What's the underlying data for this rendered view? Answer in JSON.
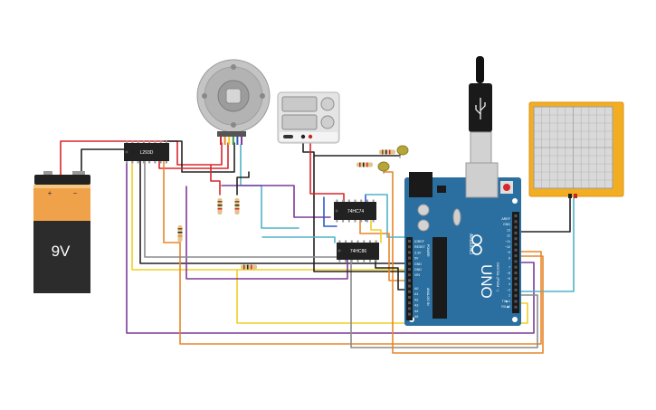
{
  "battery": {
    "voltage_label": "9V",
    "plus": "+",
    "minus": "−"
  },
  "chips": {
    "driver": "L293D",
    "flipflop": "74HC74",
    "xor_gate": "74HC86"
  },
  "arduino": {
    "brand": "ARDUINO",
    "model": "UNO",
    "digital_label": "DIGITAL (PWM ~)",
    "power_label": "POWER",
    "analog_label": "ANALOG IN",
    "power_pins": [
      "IOREF",
      "RESET",
      "3.3V",
      "5V",
      "GND",
      "GND",
      "VIN"
    ],
    "analog_pins": [
      "A0",
      "A1",
      "A2",
      "A3",
      "A4",
      "A5"
    ],
    "digital_pins": [
      "AREF",
      "GND",
      "13",
      "12",
      "~11",
      "~10",
      "~9",
      "8",
      "7",
      "~6",
      "~5",
      "4",
      "~3",
      "2",
      "TX▶1",
      "RX◀0"
    ]
  },
  "colors": {
    "board": "#2a6fa0",
    "oscilloscope_frame": "#f3ad21",
    "battery_top": "#f0a24a",
    "wire_red": "#d9262b",
    "wire_black": "#222222",
    "wire_orange": "#e8862a",
    "wire_yellow": "#f0cf24",
    "wire_purple": "#7d3a99",
    "wire_teal": "#4fb3c9",
    "wire_gray": "#8a8a8a",
    "wire_blue": "#2f59c9"
  }
}
